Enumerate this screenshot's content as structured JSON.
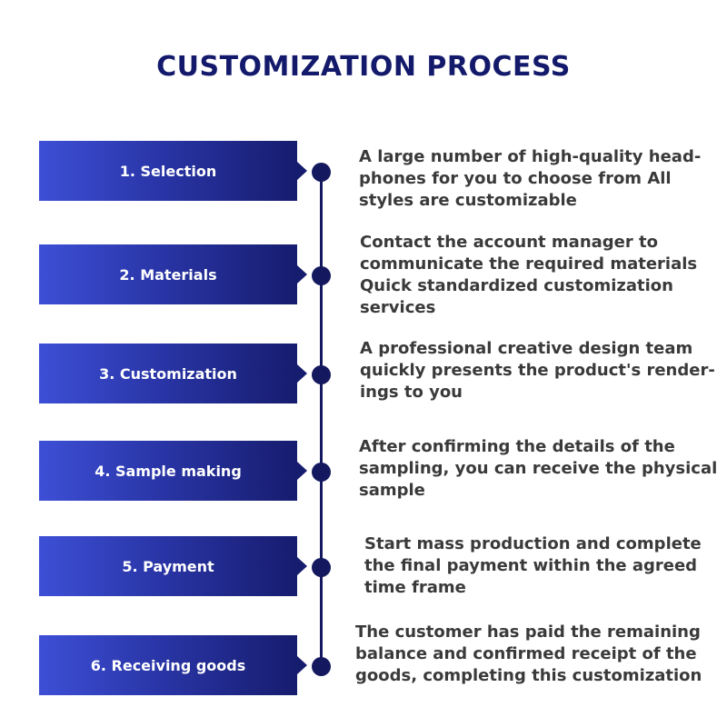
{
  "title": "CUSTOMIZATION PROCESS",
  "steps": [
    {
      "label": "1. Selection",
      "description": "A large number of high-quality head-\nphones for you to choose from All\nstyles are customizable"
    },
    {
      "label": "2. Materials",
      "description": "Contact the account manager to\ncommunicate the required materials\nQuick standardized customization\nservices"
    },
    {
      "label": "3. Customization",
      "description": "A professional creative design team\nquickly presents the product's render-\nings to you"
    },
    {
      "label": "4. Sample making",
      "description": "After confirming the details of the\nsampling, you can receive the physical\nsample"
    },
    {
      "label": "5. Payment",
      "description": "Start mass production and complete\nthe final payment within the agreed\ntime frame"
    },
    {
      "label": "6. Receiving goods",
      "description": "The customer has paid the remaining\nbalance and confirmed receipt of the\ngoods, completing this customization"
    }
  ]
}
